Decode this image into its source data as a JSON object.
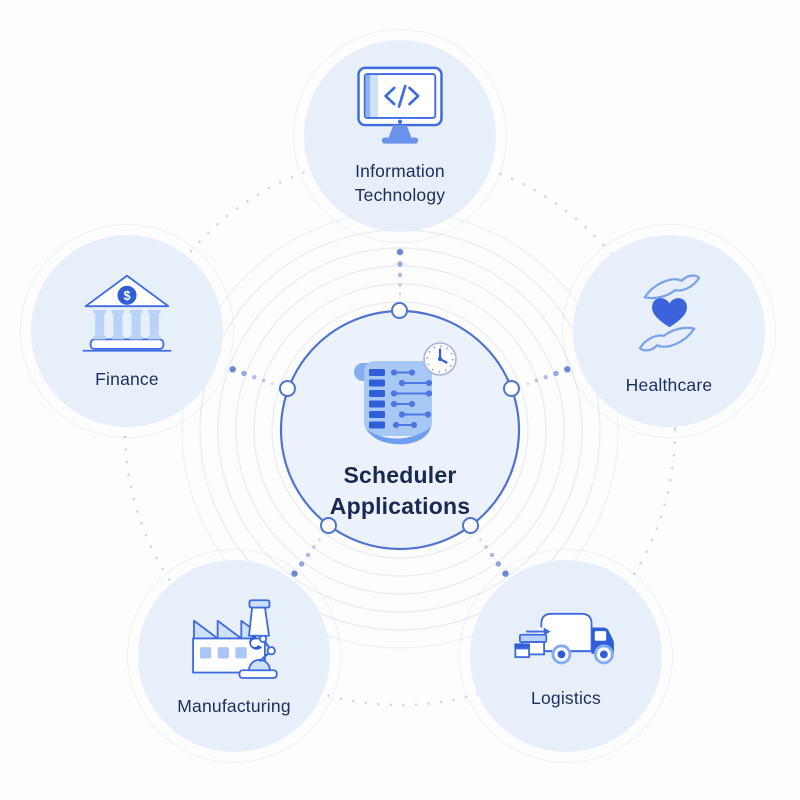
{
  "diagram": {
    "center": {
      "label": "Scheduler Applications",
      "icon": "scheduler-scroll-clock-icon"
    },
    "nodes": [
      {
        "label": "Information Technology",
        "icon": "monitor-code-icon"
      },
      {
        "label": "Finance",
        "icon": "bank-dollar-icon",
        "badge": "$"
      },
      {
        "label": "Healthcare",
        "icon": "hands-heart-icon"
      },
      {
        "label": "Manufacturing",
        "icon": "factory-robot-arm-icon"
      },
      {
        "label": "Logistics",
        "icon": "cargo-truck-icon"
      }
    ],
    "colors": {
      "accent_solid": "#2e5ed8",
      "icon_outline": "#3e6be0",
      "icon_light_fill": "#b9d3f8",
      "node_circle_fill": "#e7effb",
      "center_circle_fill": "#ecf2fc",
      "ring_stroke": "#4f74cf",
      "label_text": "#1d2d5c",
      "background_ring": "#e8ebf1",
      "dotted_ring": "#c6cdda"
    }
  }
}
